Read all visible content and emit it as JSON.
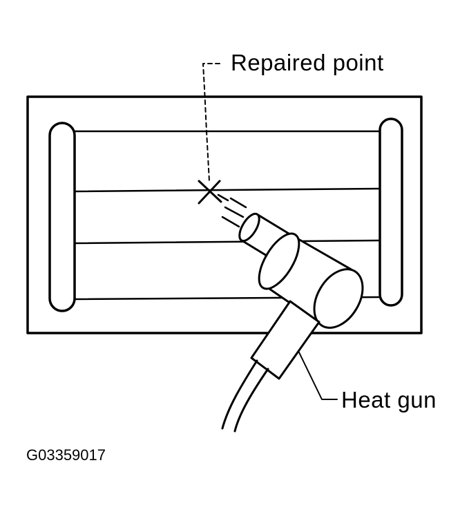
{
  "labels": {
    "repaired_point": "Repaired point",
    "heat_gun": "Heat gun",
    "figure_code": "G03359017"
  },
  "colors": {
    "ink": "#000000",
    "background": "#ffffff"
  }
}
